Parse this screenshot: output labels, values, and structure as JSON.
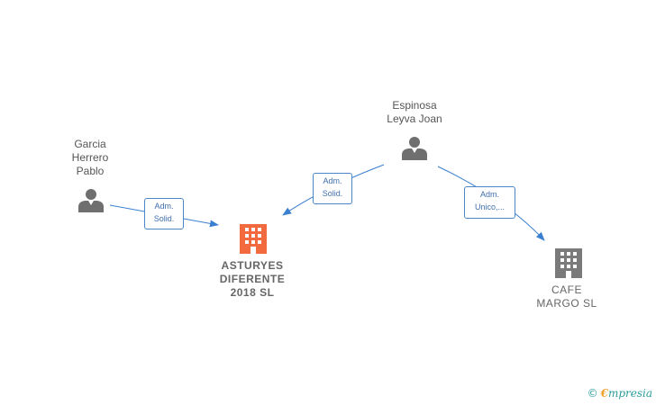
{
  "people": [
    {
      "id": "garcia",
      "lines": [
        "Garcia",
        "Herrero",
        "Pablo"
      ]
    },
    {
      "id": "espinosa",
      "lines": [
        "Espinosa",
        "Leyva Joan"
      ]
    }
  ],
  "companies": [
    {
      "id": "asturyes",
      "lines": [
        "ASTURYES",
        "DIFERENTE",
        "2018  SL"
      ],
      "highlight": true,
      "icon_color": "#f26a3d"
    },
    {
      "id": "cafe",
      "lines": [
        "CAFE",
        "MARGO  SL"
      ],
      "highlight": false,
      "icon_color": "#7a7a7a"
    }
  ],
  "edges": [
    {
      "from": "garcia",
      "to": "asturyes",
      "lines": [
        "Adm.",
        "Solid."
      ]
    },
    {
      "from": "espinosa",
      "to": "asturyes",
      "lines": [
        "Adm.",
        "Solid."
      ]
    },
    {
      "from": "espinosa",
      "to": "cafe",
      "lines": [
        "Adm.",
        "Unico,..."
      ]
    }
  ],
  "colors": {
    "edge": "#3a7fd0",
    "person_icon": "#6f6f6f"
  },
  "brand": {
    "copyright": "©",
    "initial": "€",
    "name": "mpresia"
  }
}
